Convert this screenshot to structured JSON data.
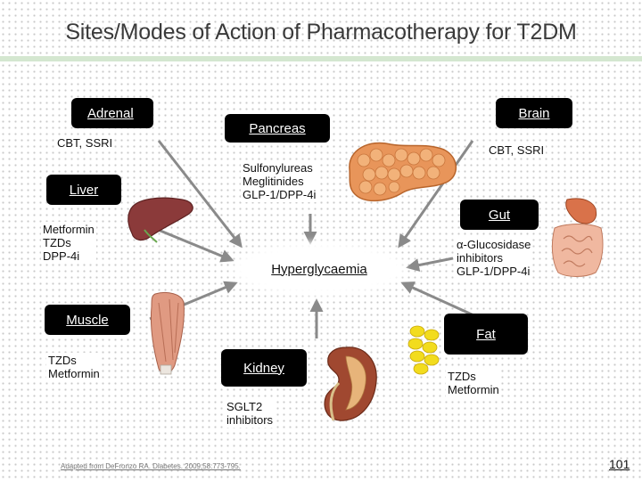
{
  "title": "Sites/Modes of Action of Pharmacotherapy for T2DM",
  "center": "Hyperglycaemia",
  "adrenal": {
    "label": "Adrenal",
    "drugs": "CBT, SSRI"
  },
  "brain": {
    "label": "Brain",
    "drugs": "CBT, SSRI"
  },
  "pancreas": {
    "label": "Pancreas",
    "drugs": [
      "Sulfonylureas",
      "Meglitinides",
      "GLP-1/DPP-4i"
    ]
  },
  "liver": {
    "label": "Liver",
    "drugs": [
      "Metformin",
      "TZDs",
      "DPP-4i"
    ]
  },
  "gut": {
    "label": "Gut",
    "drugs": [
      "α-Glucosidase",
      "inhibitors",
      "GLP-1/DPP-4i"
    ]
  },
  "muscle": {
    "label": "Muscle",
    "drugs": [
      "TZDs",
      "Metformin"
    ]
  },
  "fat": {
    "label": "Fat",
    "drugs": [
      "TZDs",
      "Metformin"
    ]
  },
  "kidney": {
    "label": "Kidney",
    "drugs": [
      "SGLT2",
      "inhibitors"
    ]
  },
  "footer": "Adapted from DeFronzo RA. Diabetes. 2009;58:773-795.",
  "page_number": "101",
  "colors": {
    "box": "#000000",
    "arrow": "#8a8a8a",
    "title_rule": "#d4e7d0",
    "pancreas": "#e8955a",
    "liver": "#8b3a3a",
    "fat": "#f2dc1e",
    "kidney": "#a04830",
    "gut": "#d9724a",
    "muscle": "#e09a82"
  },
  "icons": [
    "pancreas-illustration",
    "liver-illustration",
    "kidney-illustration",
    "gut-illustration",
    "muscle-illustration",
    "fat-cells-illustration"
  ]
}
